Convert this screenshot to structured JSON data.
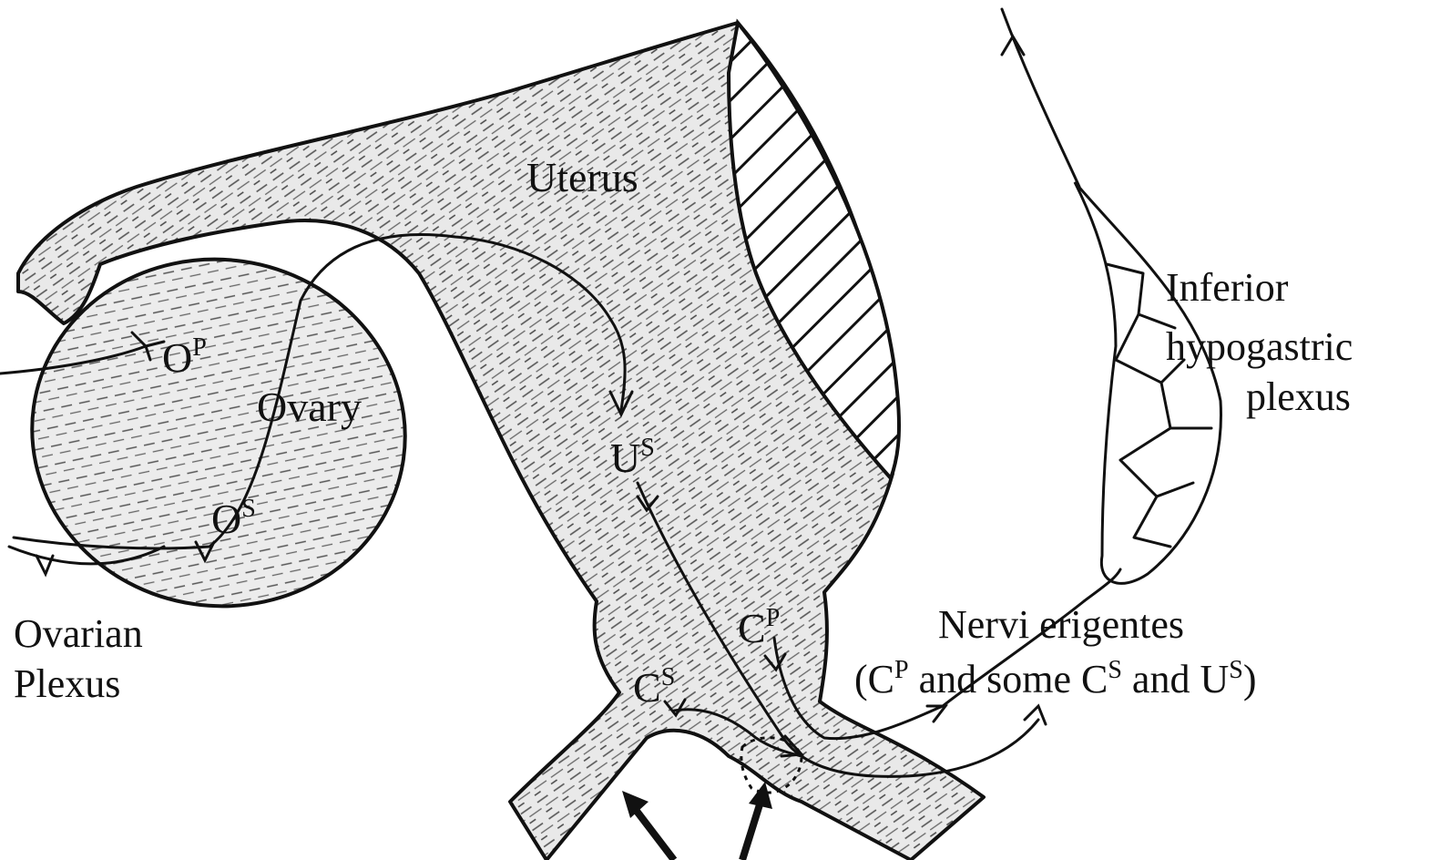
{
  "labels": {
    "uterus": "Uterus",
    "ovary": "Ovary",
    "ovarian_plexus_line1": "Ovarian",
    "ovarian_plexus_line2": "Plexus",
    "inferior_line1": "Inferior",
    "inferior_line2": "hypogastric",
    "inferior_line3": "plexus",
    "nervi_erigentes": "Nervi erigentes",
    "nervi_detail": {
      "open": "(C",
      "sup1": "P",
      "mid": " and some C",
      "sup2": "S",
      "mid2": " and U",
      "sup3": "S",
      "close": ")"
    },
    "op": {
      "base": "O",
      "sup": "P"
    },
    "os": {
      "base": "O",
      "sup": "S"
    },
    "us": {
      "base": "U",
      "sup": "S"
    },
    "cp": {
      "base": "C",
      "sup": "P"
    },
    "cs": {
      "base": "C",
      "sup": "S"
    }
  }
}
